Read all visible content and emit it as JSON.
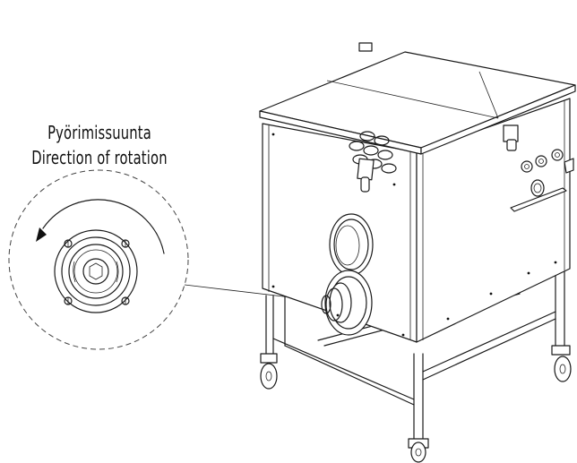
{
  "captions": {
    "finnish": "Pyörimissuunta",
    "english": "Direction of rotation"
  },
  "icons": {
    "rotation_arrow": "rotation-arrow-icon",
    "machine": "machine-drawing",
    "detail": "connector-detail-view"
  },
  "colors": {
    "line": "#1a1a1a",
    "background": "#ffffff"
  }
}
